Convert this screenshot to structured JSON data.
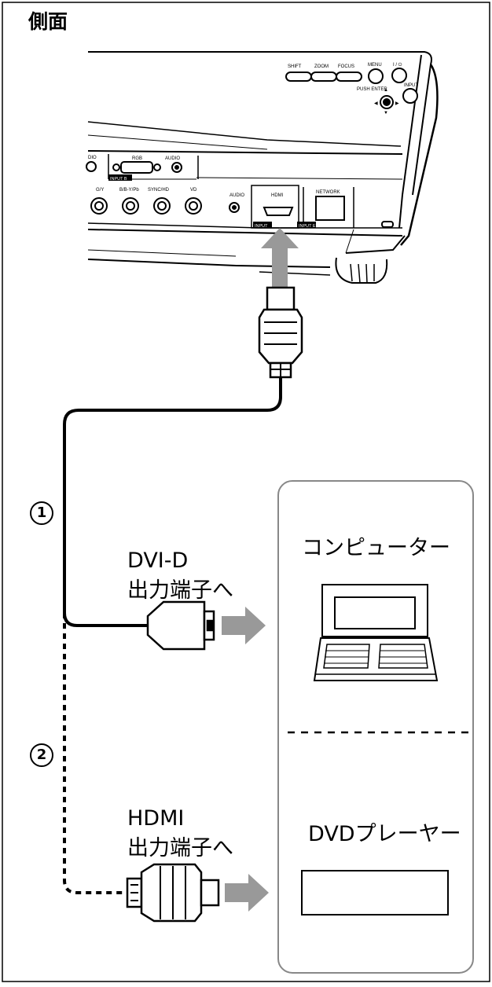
{
  "heading": "側面",
  "projector": {
    "top_buttons": [
      "SHIFT",
      "ZOOM",
      "FOCUS",
      "MENU",
      "I / ⏻"
    ],
    "push_enter": "PUSH ENTER",
    "input_button": "INPUT",
    "rgb_label": "RGB",
    "audio_label": "AUDIO",
    "audio_partial": "DIO",
    "input_b": "INPUT B",
    "jacks": [
      "G/Y",
      "B/B-Y/Pb",
      "SYNC/HD",
      "VD",
      "AUDIO"
    ],
    "hdmi_label": "HDMI",
    "network_label": "NETWORK",
    "input_c_partial": "INPUT",
    "input_e": "INPUT E"
  },
  "connection_1": {
    "number": "1",
    "label_line1": "DVI-D",
    "label_line2": "出力端子へ"
  },
  "connection_2": {
    "number": "2",
    "label_line1": "HDMI",
    "label_line2": "出力端子へ"
  },
  "devices": {
    "computer": "コンピューター",
    "dvd_player": "DVDプレーヤー"
  }
}
